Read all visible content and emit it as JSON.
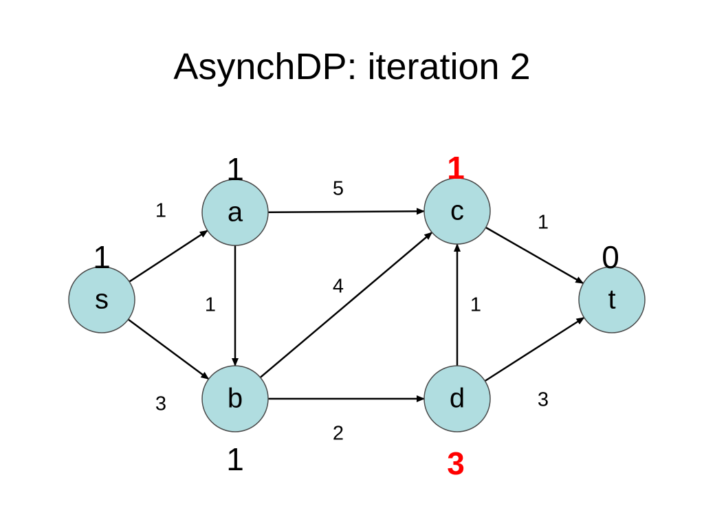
{
  "title": "AsynchDP: iteration 2",
  "colors": {
    "node_fill": "#b0dde0",
    "node_stroke": "#4a4a4a",
    "edge": "#000000",
    "text": "#000000",
    "updated_value": "#ff0000"
  },
  "nodes": [
    {
      "id": "s",
      "label": "s",
      "value": "1",
      "updated": false
    },
    {
      "id": "a",
      "label": "a",
      "value": "1",
      "updated": false
    },
    {
      "id": "b",
      "label": "b",
      "value": "1",
      "updated": false
    },
    {
      "id": "c",
      "label": "c",
      "value": "1",
      "updated": true
    },
    {
      "id": "d",
      "label": "d",
      "value": "3",
      "updated": true
    },
    {
      "id": "t",
      "label": "t",
      "value": "0",
      "updated": false
    }
  ],
  "edges": [
    {
      "from": "s",
      "to": "a",
      "weight": "1"
    },
    {
      "from": "s",
      "to": "b",
      "weight": "3"
    },
    {
      "from": "a",
      "to": "c",
      "weight": "5"
    },
    {
      "from": "a",
      "to": "b",
      "weight": "1"
    },
    {
      "from": "b",
      "to": "c",
      "weight": "4"
    },
    {
      "from": "b",
      "to": "d",
      "weight": "2"
    },
    {
      "from": "d",
      "to": "c",
      "weight": "1"
    },
    {
      "from": "c",
      "to": "t",
      "weight": "1"
    },
    {
      "from": "d",
      "to": "t",
      "weight": "3"
    }
  ]
}
